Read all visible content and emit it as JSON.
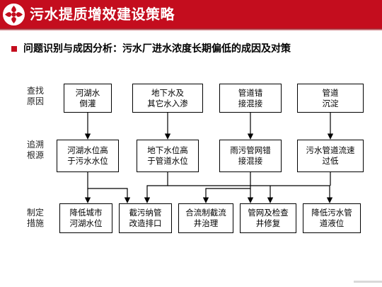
{
  "header": {
    "title": "污水提质增效建设策略"
  },
  "subtitle": "问题识别与成因分析：污水厂进水浓度长期偏低的成因及对策",
  "row_labels": {
    "find_cause": [
      "查找",
      "原因"
    ],
    "trace_root": [
      "追溯",
      "根源"
    ],
    "measures": [
      "制定",
      "措施"
    ]
  },
  "causes": [
    [
      "河湖水",
      "倒灌"
    ],
    [
      "地下水及",
      "其它水入渗"
    ],
    [
      "管道错",
      "接混接"
    ],
    [
      "管道",
      "沉淀"
    ]
  ],
  "roots": [
    [
      "河湖水位高",
      "于污水水位"
    ],
    [
      "地下水位高",
      "于管道水位"
    ],
    [
      "雨污管网错",
      "接混接"
    ],
    [
      "污水管道流速",
      "过低"
    ]
  ],
  "measures": [
    [
      "降低城市",
      "河湖水位"
    ],
    [
      "截污纳管",
      "改造排口"
    ],
    [
      "合流制截流",
      "井治理"
    ],
    [
      "管网及检查",
      "井修复"
    ],
    [
      "降低污水管",
      "道液位"
    ]
  ]
}
